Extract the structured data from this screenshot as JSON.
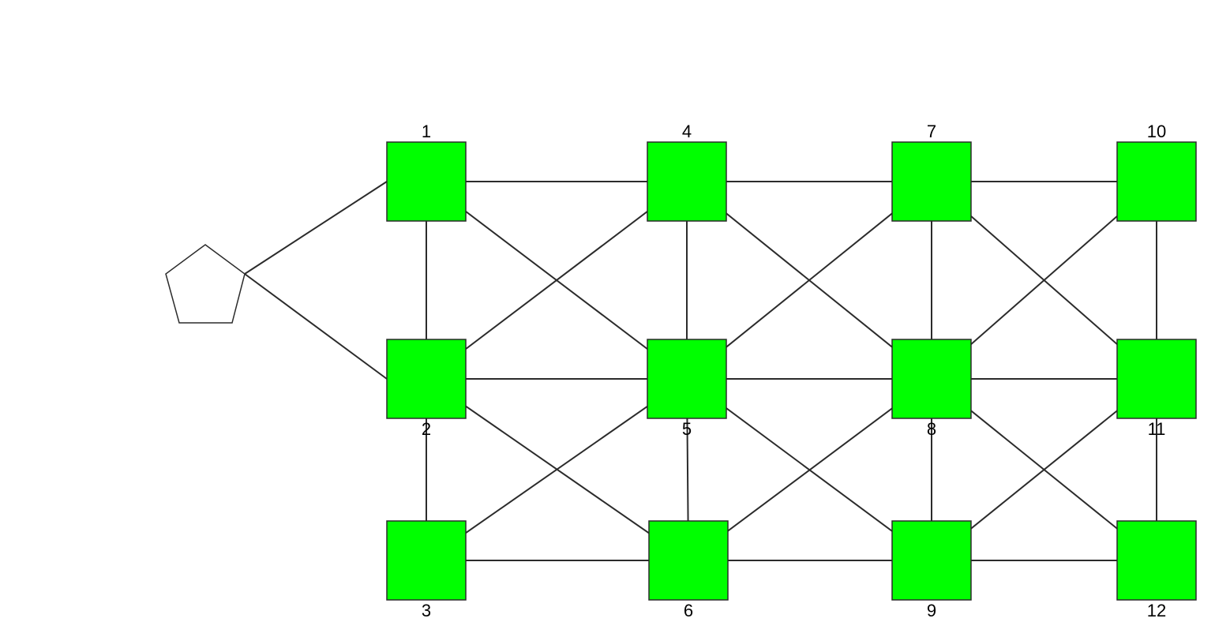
{
  "colors": {
    "node_fill": "#00ff00",
    "stroke": "#2b2b2b",
    "hub_fill": "#ffffff"
  },
  "hub": {
    "shape": "pentagon",
    "label": ""
  },
  "nodes": [
    {
      "id": "1",
      "label": "1"
    },
    {
      "id": "2",
      "label": "2"
    },
    {
      "id": "3",
      "label": "3"
    },
    {
      "id": "4",
      "label": "4"
    },
    {
      "id": "5",
      "label": "5"
    },
    {
      "id": "6",
      "label": "6"
    },
    {
      "id": "7",
      "label": "7"
    },
    {
      "id": "8",
      "label": "8"
    },
    {
      "id": "9",
      "label": "9"
    },
    {
      "id": "10",
      "label": "10"
    },
    {
      "id": "11",
      "label": "11"
    },
    {
      "id": "12",
      "label": "12"
    }
  ],
  "edges": [
    [
      "hub",
      "1"
    ],
    [
      "hub",
      "2"
    ],
    [
      "1",
      "4"
    ],
    [
      "4",
      "7"
    ],
    [
      "7",
      "10"
    ],
    [
      "2",
      "5"
    ],
    [
      "5",
      "8"
    ],
    [
      "8",
      "11"
    ],
    [
      "3",
      "6"
    ],
    [
      "6",
      "9"
    ],
    [
      "9",
      "12"
    ],
    [
      "1",
      "2"
    ],
    [
      "2",
      "3"
    ],
    [
      "4",
      "5"
    ],
    [
      "5",
      "6"
    ],
    [
      "7",
      "8"
    ],
    [
      "8",
      "9"
    ],
    [
      "10",
      "11"
    ],
    [
      "11",
      "12"
    ],
    [
      "1",
      "5"
    ],
    [
      "4",
      "2"
    ],
    [
      "4",
      "8"
    ],
    [
      "7",
      "5"
    ],
    [
      "7",
      "11"
    ],
    [
      "10",
      "8"
    ],
    [
      "2",
      "6"
    ],
    [
      "5",
      "3"
    ],
    [
      "5",
      "9"
    ],
    [
      "8",
      "6"
    ],
    [
      "8",
      "12"
    ],
    [
      "11",
      "9"
    ]
  ]
}
